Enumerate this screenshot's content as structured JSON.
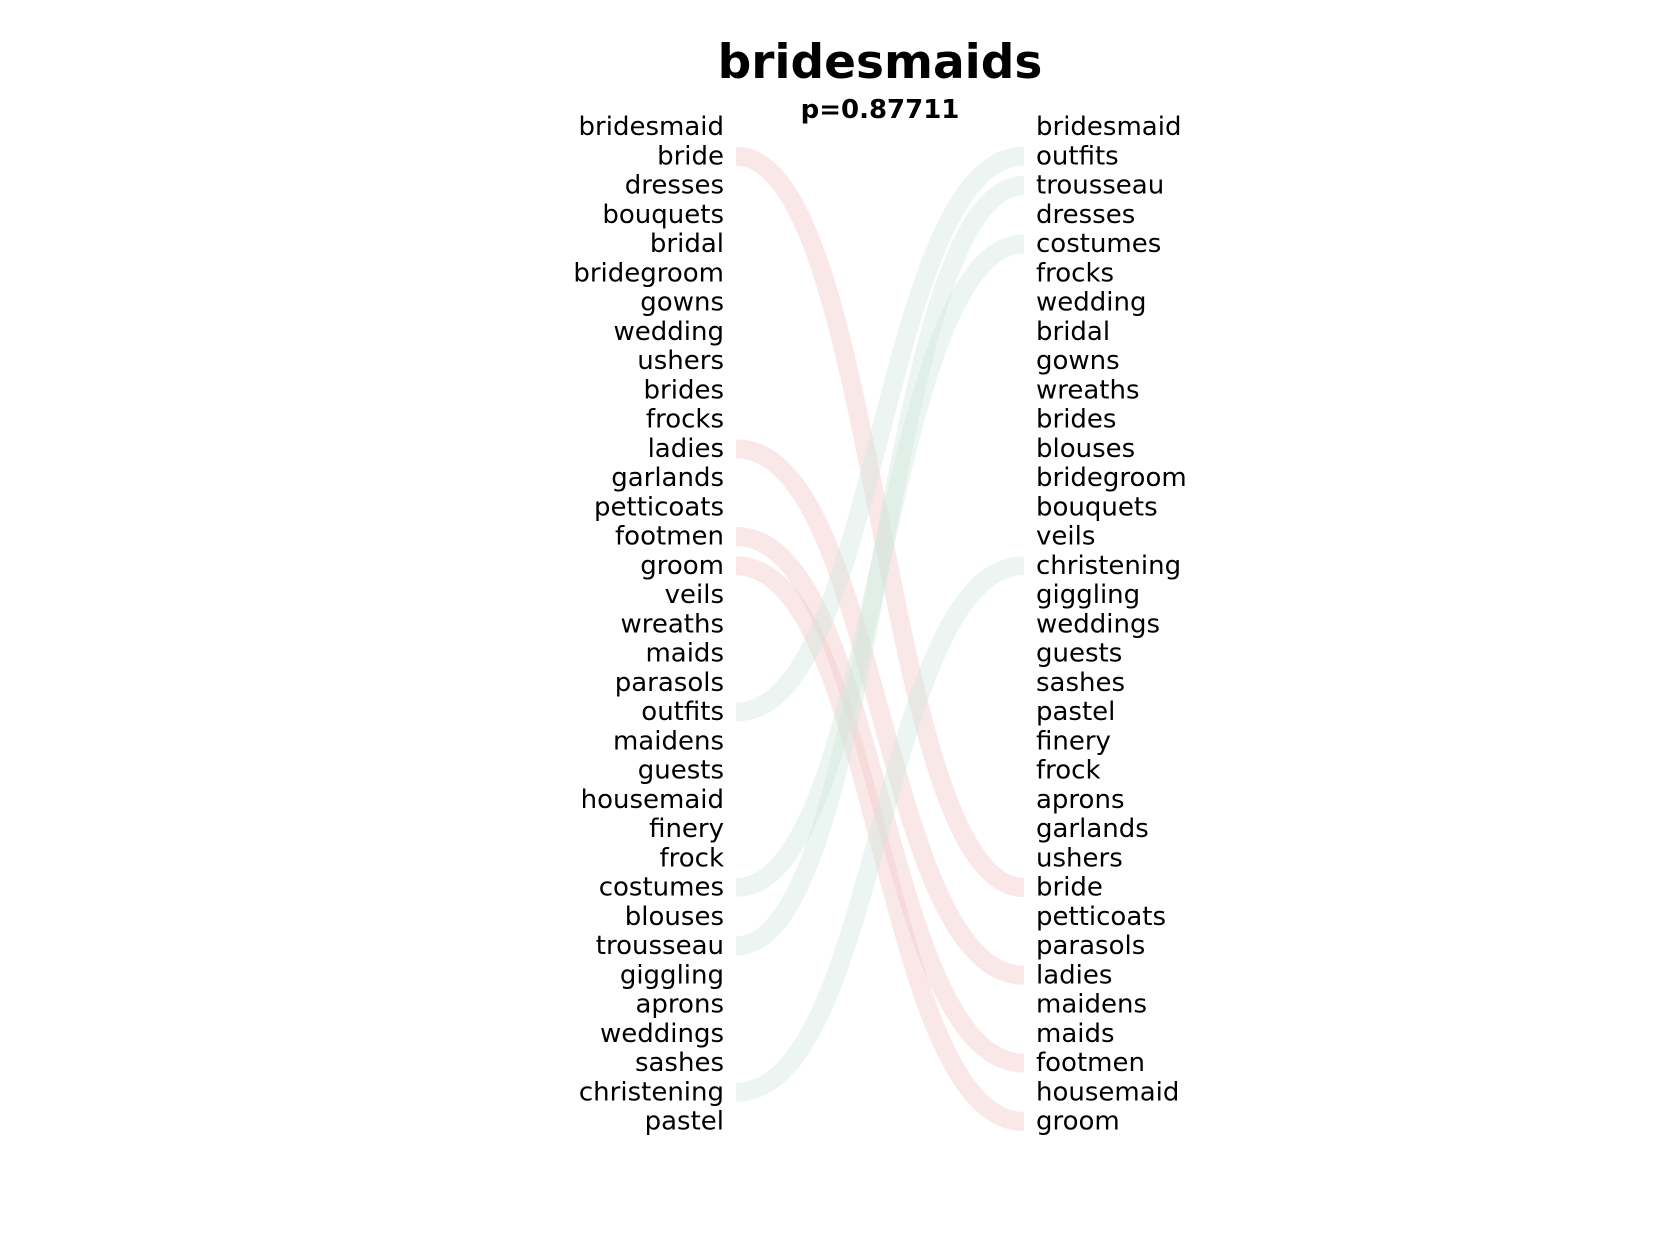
{
  "chart_data": {
    "type": "slope",
    "title": "bridesmaids",
    "subtitle": "p=0.87711",
    "left_words": [
      "bridesmaid",
      "bride",
      "dresses",
      "bouquets",
      "bridal",
      "bridegroom",
      "gowns",
      "wedding",
      "ushers",
      "brides",
      "frocks",
      "ladies",
      "garlands",
      "petticoats",
      "footmen",
      "groom",
      "veils",
      "wreaths",
      "maids",
      "parasols",
      "outfits",
      "maidens",
      "guests",
      "housemaid",
      "finery",
      "frock",
      "costumes",
      "blouses",
      "trousseau",
      "giggling",
      "aprons",
      "weddings",
      "sashes",
      "christening",
      "pastel"
    ],
    "right_words": [
      "bridesmaid",
      "outfits",
      "trousseau",
      "dresses",
      "costumes",
      "frocks",
      "wedding",
      "bridal",
      "gowns",
      "wreaths",
      "brides",
      "blouses",
      "bridegroom",
      "bouquets",
      "veils",
      "christening",
      "giggling",
      "weddings",
      "guests",
      "sashes",
      "pastel",
      "finery",
      "frock",
      "aprons",
      "garlands",
      "ushers",
      "bride",
      "petticoats",
      "parasols",
      "ladies",
      "maidens",
      "maids",
      "footmen",
      "housemaid",
      "groom"
    ],
    "highlighted_links": [
      {
        "word": "bride",
        "direction": "down"
      },
      {
        "word": "ladies",
        "direction": "down"
      },
      {
        "word": "footmen",
        "direction": "down"
      },
      {
        "word": "groom",
        "direction": "down"
      },
      {
        "word": "outfits",
        "direction": "up"
      },
      {
        "word": "costumes",
        "direction": "up"
      },
      {
        "word": "trousseau",
        "direction": "up"
      },
      {
        "word": "christening",
        "direction": "up"
      }
    ],
    "colors": {
      "down": "#f3c5c5",
      "up": "#cfe6dc",
      "text": "#000000"
    }
  }
}
